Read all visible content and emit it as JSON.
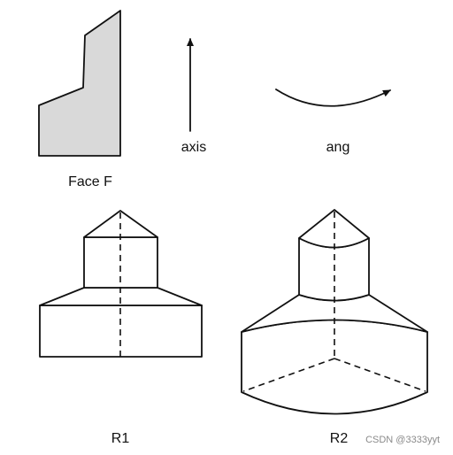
{
  "labels": {
    "face": "Face F",
    "axis": "axis",
    "angle": "ang",
    "r1": "R1",
    "r2": "R2"
  },
  "watermark": "CSDN @3333yyt",
  "colors": {
    "stroke": "#111111",
    "face_fill": "#d9d9d9",
    "solid_fill": "#ffffff",
    "watermark": "#8a8a8a"
  }
}
